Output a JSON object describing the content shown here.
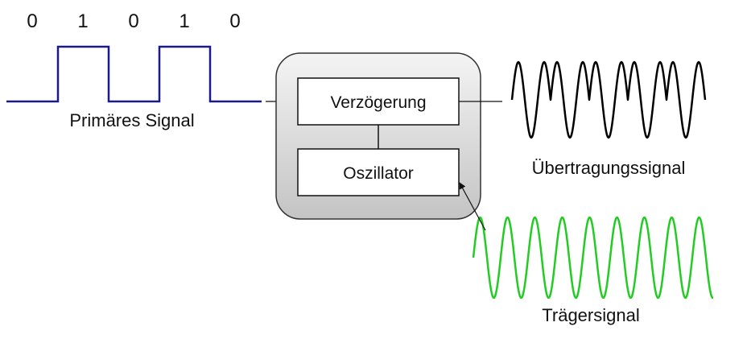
{
  "bits": [
    "0",
    "1",
    "0",
    "1",
    "0"
  ],
  "labels": {
    "primary_signal": "Primäres Signal",
    "delay_block": "Verzögerung",
    "oscillator_block": "Oszillator",
    "transmission_signal": "Übertragungssignal",
    "carrier_signal": "Trägersignal"
  },
  "colors": {
    "primary_signal": "#1a1a8c",
    "carrier_signal": "#22cc22",
    "transmission_signal": "#000000",
    "module_fill": "#dcdcdc",
    "module_stroke": "#333333"
  }
}
